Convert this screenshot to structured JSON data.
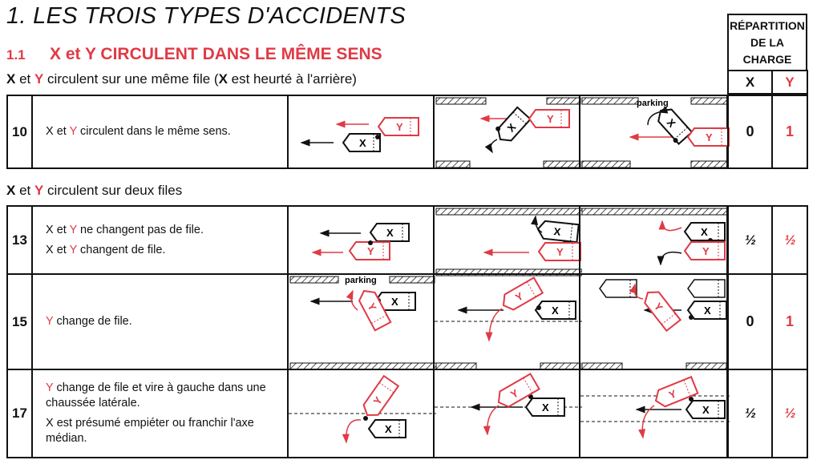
{
  "header": {
    "title": "1. LES TROIS TYPES D'ACCIDENTS",
    "sub_num": "1.1",
    "sub_text": "X et Y CIRCULENT DANS LE MÊME SENS",
    "repartition": [
      "RÉPARTITION",
      "DE LA",
      "CHARGE"
    ],
    "col_x": "X",
    "col_y": "Y"
  },
  "section1": {
    "x": "X",
    "et": " et ",
    "y": "Y",
    "rest1": " circulent sur une même file (",
    "x2": "X",
    "rest2": " est heurté à l'arrière)"
  },
  "section2": {
    "x": "X",
    "et": " et ",
    "y": "Y",
    "rest": " circulent sur deux files"
  },
  "labels": {
    "x": "X",
    "y": "Y",
    "parking": "parking"
  },
  "rows": [
    {
      "num": "10",
      "lines": [
        {
          "x": "X",
          "et": " et ",
          "y": "Y",
          "rest": " circulent dans le même sens."
        }
      ],
      "share_x": "0",
      "share_y": "1"
    },
    {
      "num": "13",
      "lines": [
        {
          "x": "X",
          "et": " et ",
          "y": "Y",
          "rest": " ne changent pas de file."
        },
        {
          "x": "X",
          "et": " et ",
          "y": "Y",
          "rest": " changent de file."
        }
      ],
      "share_x": "½",
      "share_y": "½"
    },
    {
      "num": "15",
      "lines": [
        {
          "y": "Y",
          "rest": " change de file."
        }
      ],
      "share_x": "0",
      "share_y": "1"
    },
    {
      "num": "17",
      "lines": [
        {
          "y": "Y",
          "rest": " change de file et vire à gauche dans une chaussée latérale."
        },
        {
          "x": "X",
          "rest": " est présumé empiéter ou franchir l'axe médian."
        }
      ],
      "share_x": "½",
      "share_y": "½"
    }
  ]
}
